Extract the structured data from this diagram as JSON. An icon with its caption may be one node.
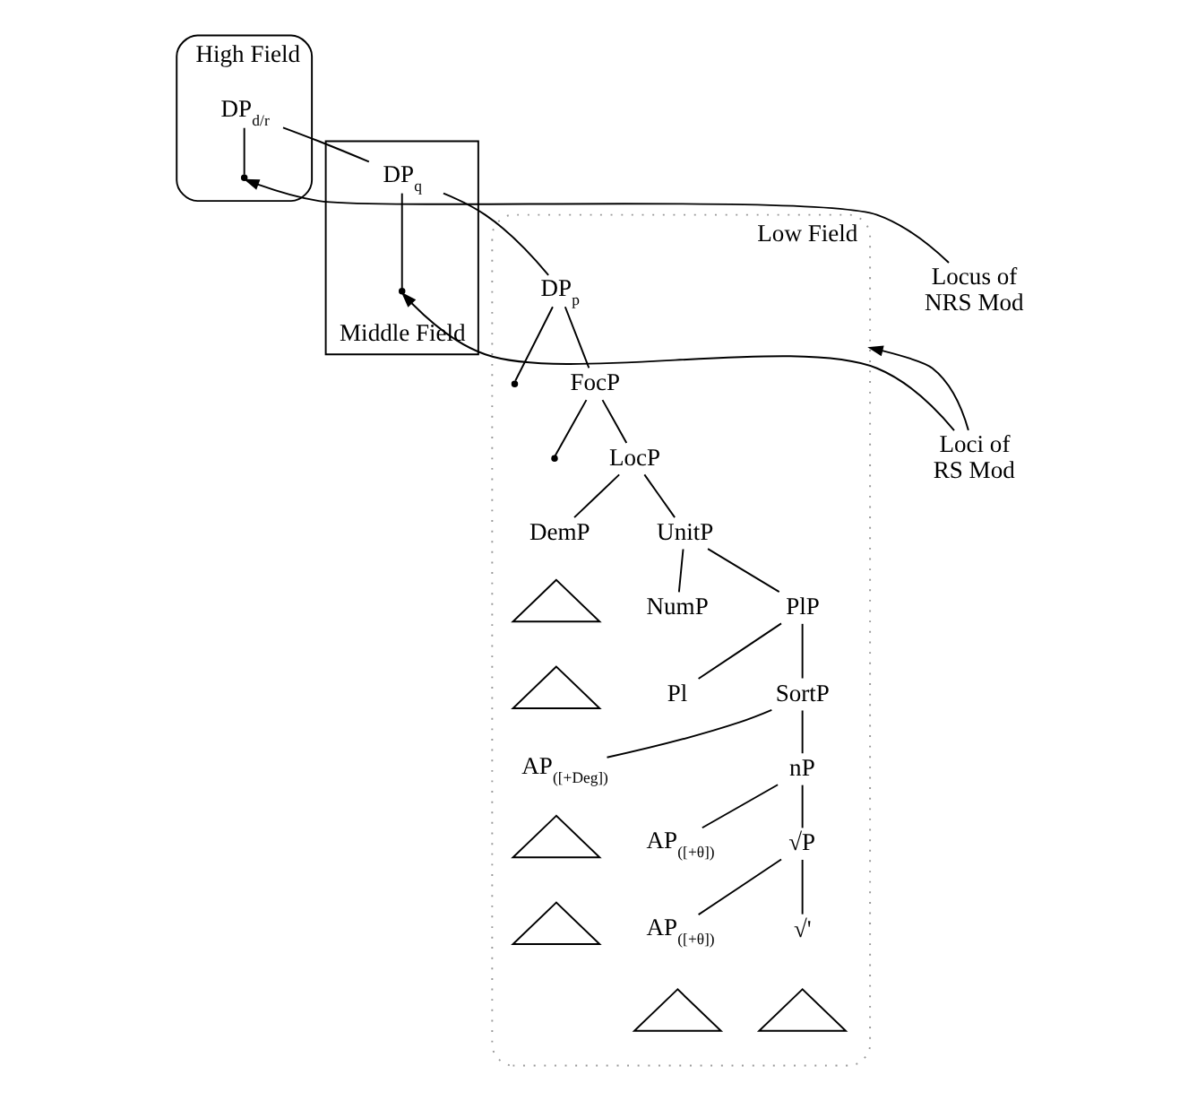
{
  "diagram": {
    "nodes": [
      {
        "text": [
          "High Field"
        ]
      },
      {
        "text": [
          "DP$_{d/r}$"
        ],
        "in": 0
      },
      {
        "text": [],
        "shape": "point",
        "in": 0
      },
      {
        "text": [
          "Middle Field"
        ]
      },
      {
        "text": [
          "DP$_{q}$"
        ],
        "in": 3
      },
      {
        "text": [],
        "shape": "point",
        "in": 3
      },
      {
        "text": [
          "Low Field"
        ]
      },
      {
        "text": [
          "DP$_{p}$"
        ],
        "in": 6
      },
      {
        "text": [],
        "shape": "point",
        "in": 6
      },
      {
        "text": [
          "FocP"
        ],
        "in": 6
      },
      {
        "text": [],
        "shape": "point",
        "in": 6
      },
      {
        "text": [
          "LocP"
        ],
        "in": 6
      },
      {
        "text": [
          "DemP"
        ],
        "in": 6
      },
      {
        "text": [],
        "shape": "triangle",
        "in": 6
      },
      {
        "text": [
          "UnitP"
        ],
        "in": 6
      },
      {
        "text": [
          "NumP"
        ],
        "in": 6
      },
      {
        "text": [],
        "shape": "triangle",
        "in": 6
      },
      {
        "text": [
          "PlP"
        ],
        "in": 6
      },
      {
        "text": [
          "Pl"
        ],
        "in": 6
      },
      {
        "text": [
          "SortP"
        ],
        "in": 6
      },
      {
        "text": [
          "AP$_{([+Deg])}$"
        ],
        "in": 6
      },
      {
        "text": [],
        "shape": "triangle",
        "in": 6
      },
      {
        "text": [
          "nP"
        ],
        "in": 6
      },
      {
        "text": [
          "AP$_{([+θ])}$"
        ],
        "in": 6
      },
      {
        "text": [],
        "shape": "triangle",
        "in": 6
      },
      {
        "text": [
          "√P"
        ],
        "in": 6
      },
      {
        "text": [
          "AP$_{([+θ])}$"
        ],
        "in": 6
      },
      {
        "text": [],
        "shape": "triangle",
        "in": 6
      },
      {
        "text": [
          "√'"
        ],
        "in": 6
      },
      {
        "text": [],
        "shape": "triangle",
        "in": 6
      },
      {
        "text": [
          "Locus of NRS Mod"
        ]
      },
      {
        "text": [
          "Loci of RS Mod"
        ]
      }
    ],
    "edges": [
      {
        "from": 1,
        "to": 2,
        "arrow": "none"
      },
      {
        "from": 1,
        "to": 4,
        "arrow": "none"
      },
      {
        "from": 4,
        "to": 5,
        "arrow": "none"
      },
      {
        "from": 4,
        "to": 7,
        "arrow": "none"
      },
      {
        "from": 7,
        "to": 8,
        "arrow": "none"
      },
      {
        "from": 7,
        "to": 9,
        "arrow": "none"
      },
      {
        "from": 9,
        "to": 10,
        "arrow": "none"
      },
      {
        "from": 9,
        "to": 11,
        "arrow": "none"
      },
      {
        "from": 11,
        "to": 12,
        "arrow": "none"
      },
      {
        "from": 11,
        "to": 14,
        "arrow": "none"
      },
      {
        "from": 14,
        "to": 15,
        "arrow": "none"
      },
      {
        "from": 14,
        "to": 17,
        "arrow": "none"
      },
      {
        "from": 17,
        "to": 18,
        "arrow": "none"
      },
      {
        "from": 17,
        "to": 19,
        "arrow": "none"
      },
      {
        "from": 19,
        "to": 20,
        "arrow": "none"
      },
      {
        "from": 19,
        "to": 22,
        "arrow": "none"
      },
      {
        "from": 22,
        "to": 23,
        "arrow": "none"
      },
      {
        "from": 22,
        "to": 25,
        "arrow": "none"
      },
      {
        "from": 25,
        "to": 26,
        "arrow": "none"
      },
      {
        "from": 25,
        "to": 28,
        "arrow": "none"
      },
      {
        "from": 30,
        "to": 2,
        "arrow": "to"
      },
      {
        "from": 31,
        "to": 5,
        "arrow": "to"
      },
      {
        "from": 31,
        "to": 6,
        "arrow": "to"
      }
    ]
  }
}
